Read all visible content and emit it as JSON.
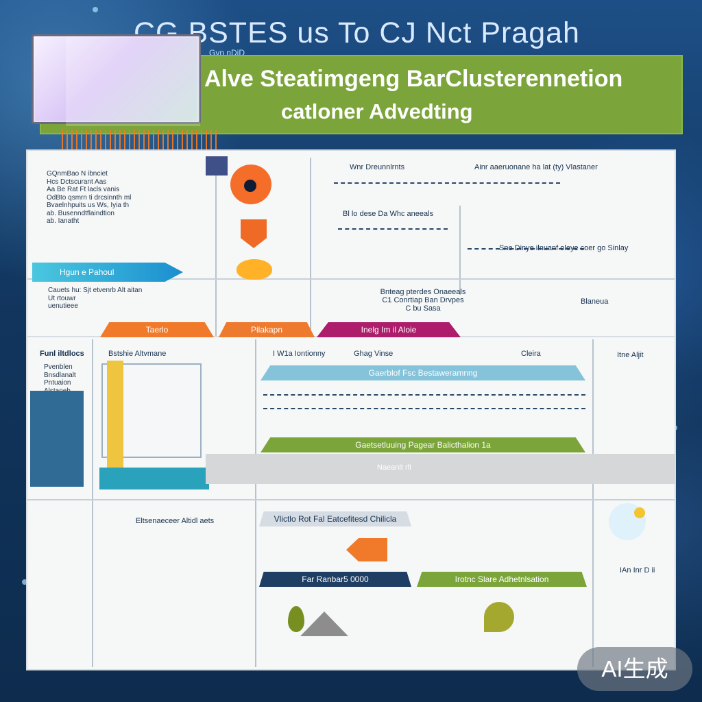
{
  "top": {
    "title": "CG BSTES us To CJ Nct Pragah",
    "subtitle": "Gvn nDiD"
  },
  "header": {
    "line1": "Alve Steatimgeng BarClusterennetion",
    "line2": "catloner Advedting"
  },
  "left_top": {
    "paragraph_lines": [
      "GQnmBao N ibnciet",
      "Hcs Dctscurant Aas",
      "Aa Be Rat Ft lacls vanis",
      "OdBto qsmrn ti drcsinnth ml",
      "Bvaelnhpuits us Ws, Iyia th",
      "ab. Busenndtflaindtion",
      "ab. Ianatht"
    ],
    "arrow_label": "Hgun e Pahoul",
    "note_lines": [
      "Cauets hu: Sjt etvenrb Alt aitan",
      "Ut rtouwr",
      "uenutieee"
    ],
    "tabs": [
      "Taerlo",
      "Pilakapn",
      "Inelg Im il Aloie"
    ]
  },
  "middle_top": {
    "header1": "Wnr Dreunnlrnts",
    "header2": "Ainr aaeruonane ha lat (ty) Vlastaner",
    "row_text": "Bl lo dese Da Whc aneeals",
    "side_text": "Sne Dinye ilnuanf oleye coer go Sinlay",
    "center_lines": [
      "Bnteag pterdes Onaeeals",
      "C1 Conrtiap Ban Drvpes",
      "C bu Sasa"
    ],
    "bottom_right": "Blaneua"
  },
  "lower_left": {
    "title": "Funl iltdlocs",
    "lines": [
      "Pvenblen",
      "Bnsdlanalt",
      "Pntuaion",
      "Alstaneh"
    ],
    "label": "Eltsenaeceer Altidl aets"
  },
  "lower_center": {
    "header_left": "Bstshie Altvmane",
    "header_mid": "I W1a Iontionny",
    "header_mid2": "Ghag Vinse",
    "header_right": "Cleira",
    "bar1": "Gaerblof Fsc Bestaweramnng",
    "bar2": "Gaetsetluuing Pagear Balicthalion 1a",
    "gray_text": "Naeanlt rlt",
    "mid_title": "Vlictlo Rot Fal Eatcefitesd Chilicla",
    "bottom_left": "Far Ranbar5 0000",
    "bottom_right": "Irotnc Slare Adhetnlsation"
  },
  "right_col": {
    "title": "Itne Aljit",
    "text": "IAn Inr D ii"
  },
  "watermark": "AI生成",
  "colors": {
    "green": "#7ba53a",
    "blue": "#22a3d8",
    "orange": "#f07a2a",
    "magenta": "#ad1d6c",
    "navy": "#1f3e63"
  }
}
